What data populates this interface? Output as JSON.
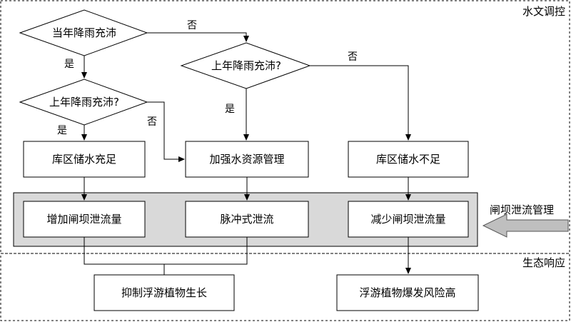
{
  "sections": {
    "hydrology": "水文调控",
    "ecology": "生态响应",
    "dam_management": "闸坝泄流管理"
  },
  "decisions": {
    "d1": "当年降雨充沛",
    "d2": "上年降雨充沛?",
    "d3": "上年降雨充沛?"
  },
  "edge_labels": {
    "no": "否",
    "yes": "是"
  },
  "boxes": {
    "storage_sufficient": "库区储水充足",
    "strengthen_management": "加强水资源管理",
    "storage_insufficient": "库区储水不足",
    "increase_discharge": "增加闸坝泄流量",
    "pulse_discharge": "脉冲式泄流",
    "reduce_discharge": "减少闸坝泄流量",
    "suppress_growth": "抑制浮游植物生长",
    "high_bloom_risk": "浮游植物爆发风险高"
  },
  "colors": {
    "panel_fill": "#d9d9d9",
    "arrow_fill": "#bfbfbf"
  }
}
